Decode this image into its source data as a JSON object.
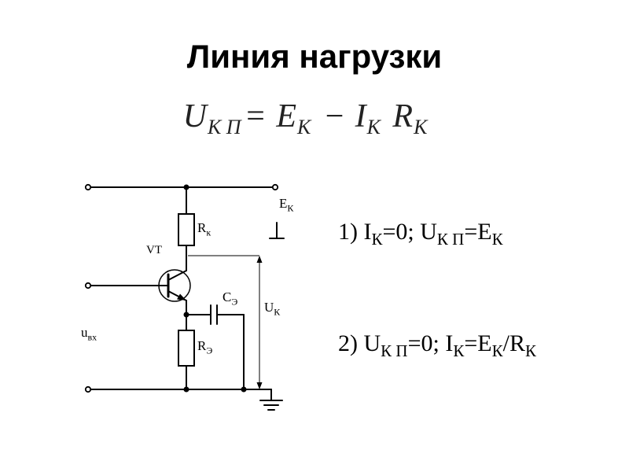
{
  "slide": {
    "title": "Линия нагрузки"
  },
  "formula": {
    "p1": "U",
    "s1": "К П",
    "p2": "= E",
    "s2": "К",
    "p3": " − I",
    "s3": "К",
    "p4": " R",
    "s4": "К"
  },
  "equations": {
    "eq1": {
      "t1": "1) I",
      "s1": "К",
      "t2": "=0; U",
      "s2": "К П",
      "t3": "=E",
      "s3": "К"
    },
    "eq2": {
      "t1": "2) U",
      "s1": "К П",
      "t2": "=0; I",
      "s2": "К",
      "t3": "=E",
      "s3": "К",
      "t4": "/R",
      "s4": "К"
    }
  },
  "circuit": {
    "labels": {
      "rk": {
        "base": "R",
        "sub": "к"
      },
      "vt": "VT",
      "ce": {
        "base": "C",
        "sub": "Э"
      },
      "re": {
        "base": "R",
        "sub": "Э"
      },
      "uin": {
        "base": "u",
        "sub": "вх"
      },
      "ek": {
        "base": "E",
        "sub": "К"
      },
      "uk": {
        "base": "U",
        "sub": "К"
      }
    },
    "colors": {
      "stroke": "#000000",
      "background": "#ffffff"
    }
  }
}
